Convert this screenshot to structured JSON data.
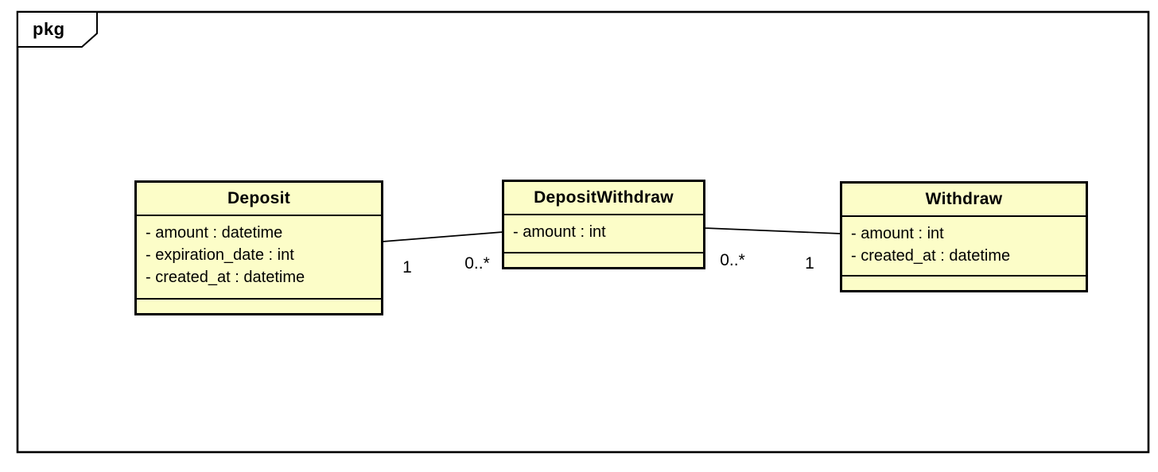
{
  "frame": {
    "label": "pkg"
  },
  "colors": {
    "class_fill": "#fcfdc8",
    "line": "#000000",
    "background": "#ffffff"
  },
  "classes": [
    {
      "name": "Deposit",
      "attributes": [
        "- amount : datetime",
        "- expiration_date : int",
        "- created_at : datetime"
      ],
      "methods": []
    },
    {
      "name": "DepositWithdraw",
      "attributes": [
        "- amount : int"
      ],
      "methods": []
    },
    {
      "name": "Withdraw",
      "attributes": [
        "- amount : int",
        "- created_at : datetime"
      ],
      "methods": []
    }
  ],
  "associations": [
    {
      "from": "Deposit",
      "to": "DepositWithdraw",
      "from_multiplicity": "1",
      "to_multiplicity": "0..*"
    },
    {
      "from": "DepositWithdraw",
      "to": "Withdraw",
      "from_multiplicity": "0..*",
      "to_multiplicity": "1"
    }
  ]
}
